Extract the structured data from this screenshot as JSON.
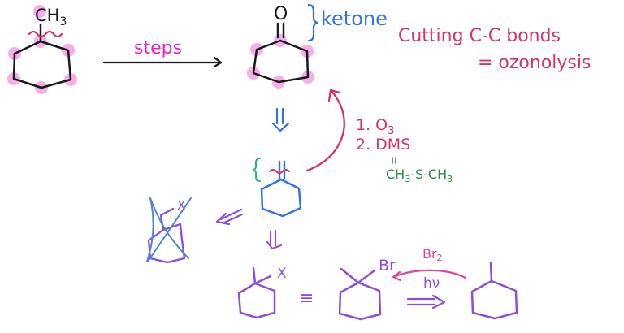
{
  "colors": {
    "black": "#1a1a1a",
    "highlight_pink": "#f5a6e6",
    "magenta": "#f01fc8",
    "crimson": "#d6336c",
    "blue": "#2f73e8",
    "green": "#2e8b4e",
    "teal": "#27b08a",
    "purple": "#8a4fe0",
    "steel_blue": "#4d86cf",
    "bromine_pink": "#e0449e"
  },
  "start_molecule": {
    "substituent": "CH",
    "substituent_sub": "3",
    "description": "methylcyclohexane with all ring carbons highlighted"
  },
  "forward_arrow": {
    "label": "steps"
  },
  "product": {
    "oxygen": "O",
    "ketone_label": "ketone",
    "description": "cyclohexanone"
  },
  "note": {
    "line1": "Cutting C-C bonds",
    "line2": "= ozonolysis"
  },
  "ozonolysis_reagents": {
    "step1": "1. O",
    "step1_sub": "3",
    "step2": "2. DMS",
    "equals": "=",
    "dms_formula": [
      "CH",
      "3",
      "-S-",
      "CH",
      "3"
    ]
  },
  "retro_steps": {
    "alkene": "methylenecyclohexane",
    "crossed_out": "rejected precursor (crossed out)",
    "leaving_group": "X",
    "equivalent": "≡",
    "bromide_label": "Br",
    "bromination_reagent": "Br",
    "bromination_reagent_sub": "2",
    "bromination_condition": "hν"
  }
}
